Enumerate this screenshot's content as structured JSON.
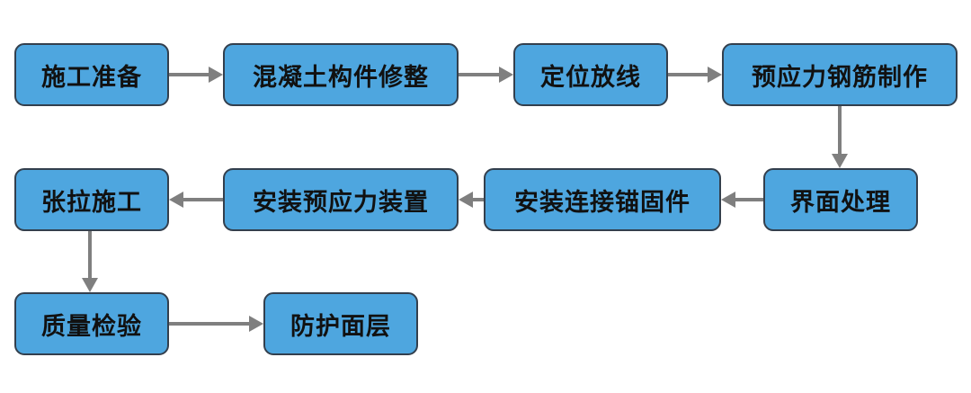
{
  "flow": {
    "steps": [
      "施工准备",
      "混凝土构件修整",
      "定位放线",
      "预应力钢筋制作",
      "界面处理",
      "安装连接锚固件",
      "安装预应力装置",
      "张拉施工",
      "质量检验",
      "防护面层"
    ]
  },
  "colors": {
    "node_fill": "#4ea6df",
    "node_border": "#333f4d",
    "arrow": "#7f7f7f",
    "text": "#111111"
  }
}
